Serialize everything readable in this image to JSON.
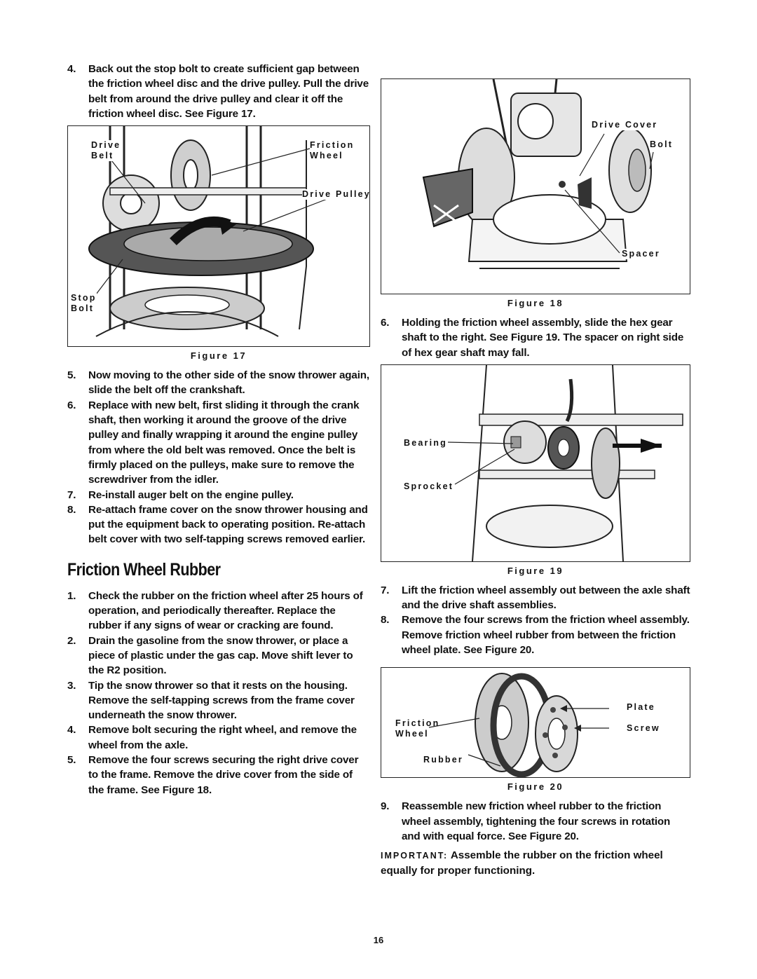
{
  "left_column": {
    "steps_top": [
      {
        "num": "4.",
        "text": "Back out the stop bolt to create sufficient gap between the friction wheel disc and the drive pulley. Pull the drive belt from around the drive pulley and clear it off the friction wheel disc. See Figure 17."
      }
    ],
    "figure17": {
      "caption": "Figure 17",
      "labels": {
        "drive_belt_1": "Drive",
        "drive_belt_2": "Belt",
        "friction_wheel_1": "Friction",
        "friction_wheel_2": "Wheel",
        "drive_pulley": "Drive Pulley",
        "stop_bolt_1": "Stop",
        "stop_bolt_2": "Bolt"
      }
    },
    "steps_mid": [
      {
        "num": "5.",
        "text": "Now moving to the other side of the snow thrower again, slide the belt off the crankshaft."
      },
      {
        "num": "6.",
        "text": "Replace with new belt, first sliding it through the crank shaft, then working it around the groove of the drive pulley and finally wrapping it around the engine pulley from where the old belt was removed. Once the belt is firmly placed on the pulleys, make sure to remove the screwdriver from the idler."
      },
      {
        "num": "7.",
        "text": "Re-install auger belt on the engine pulley."
      },
      {
        "num": "8.",
        "text": "Re-attach frame cover on the snow thrower housing and put the equipment back to operating position. Re-attach belt cover with two self-tapping screws removed earlier."
      }
    ],
    "section_title": "Friction Wheel Rubber",
    "steps_bottom": [
      {
        "num": "1.",
        "text": "Check the rubber on the friction wheel after 25 hours of operation, and periodically thereafter. Replace the rubber if any signs of wear or cracking are found."
      },
      {
        "num": "2.",
        "text": "Drain the gasoline from the snow thrower, or place a piece of plastic under the gas cap. Move shift lever to the R2 position."
      },
      {
        "num": "3.",
        "text": "Tip the snow thrower so that it rests on the housing. Remove the self-tapping screws from the frame cover underneath the snow thrower."
      },
      {
        "num": "4.",
        "text": "Remove bolt securing the right wheel, and remove the wheel from the axle."
      },
      {
        "num": "5.",
        "text": "Remove the four screws securing the right drive cover to the frame. Remove the drive cover from the side of the frame. See Figure 18."
      }
    ]
  },
  "right_column": {
    "figure18": {
      "caption": "Figure 18",
      "labels": {
        "drive_cover": "Drive Cover",
        "bolt": "Bolt",
        "spacer": "Spacer"
      }
    },
    "steps_a": [
      {
        "num": "6.",
        "text": "Holding the friction wheel assembly, slide the hex gear shaft to the right. See Figure 19. The spacer on right side of hex gear shaft may fall."
      }
    ],
    "figure19": {
      "caption": "Figure 19",
      "labels": {
        "bearing": "Bearing",
        "sprocket": "Sprocket"
      }
    },
    "steps_b": [
      {
        "num": "7.",
        "text": "Lift the friction wheel assembly out between the axle shaft and the drive shaft assemblies."
      },
      {
        "num": "8.",
        "text": "Remove the four screws from the friction wheel assembly. Remove friction wheel rubber from between the friction wheel plate. See Figure 20."
      }
    ],
    "figure20": {
      "caption": "Figure 20",
      "labels": {
        "plate": "Plate",
        "screw": "Screw",
        "friction_wheel_1": "Friction",
        "friction_wheel_2": "Wheel",
        "rubber": "Rubber"
      }
    },
    "steps_c": [
      {
        "num": "9.",
        "text": "Reassemble new friction wheel rubber to the friction wheel assembly, tightening the four screws in rotation and with equal force. See Figure 20."
      }
    ],
    "important_tag": "IMPORTANT:",
    "important_text": "Assemble the rubber on the friction wheel equally for proper functioning."
  },
  "page_number": "16"
}
